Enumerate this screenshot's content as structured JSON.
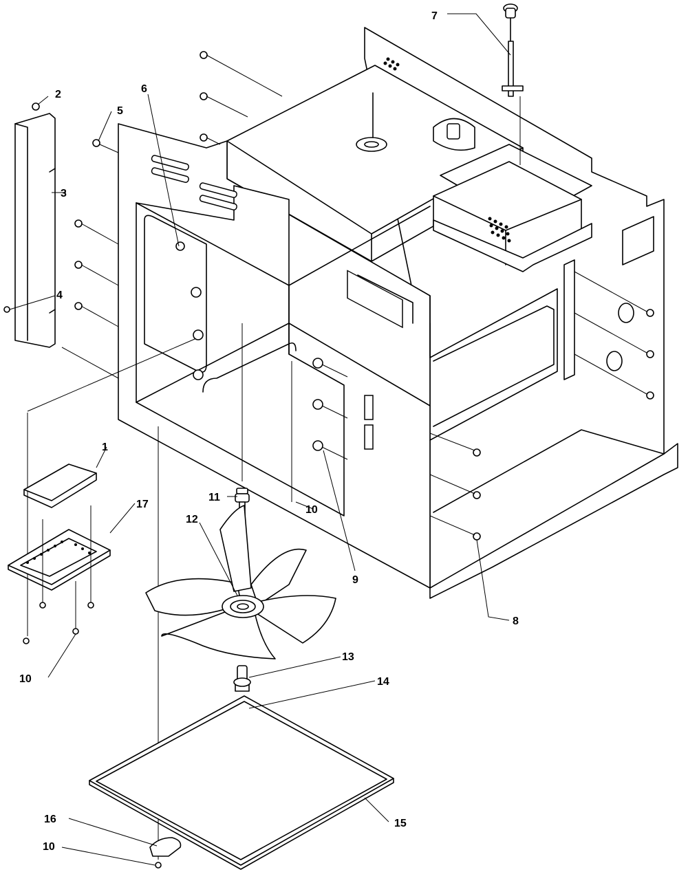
{
  "callouts": [
    {
      "id": "c1",
      "text": "1"
    },
    {
      "id": "c2",
      "text": "2"
    },
    {
      "id": "c3",
      "text": "3"
    },
    {
      "id": "c4",
      "text": "4"
    },
    {
      "id": "c5",
      "text": "5"
    },
    {
      "id": "c6",
      "text": "6"
    },
    {
      "id": "c7",
      "text": "7"
    },
    {
      "id": "c8",
      "text": "8"
    },
    {
      "id": "c9",
      "text": "9"
    },
    {
      "id": "c10a",
      "text": "10"
    },
    {
      "id": "c10b",
      "text": "10"
    },
    {
      "id": "c10c",
      "text": "10"
    },
    {
      "id": "c11",
      "text": "11"
    },
    {
      "id": "c12",
      "text": "12"
    },
    {
      "id": "c13",
      "text": "13"
    },
    {
      "id": "c14",
      "text": "14"
    },
    {
      "id": "c15",
      "text": "15"
    },
    {
      "id": "c16",
      "text": "16"
    },
    {
      "id": "c17",
      "text": "17"
    }
  ]
}
